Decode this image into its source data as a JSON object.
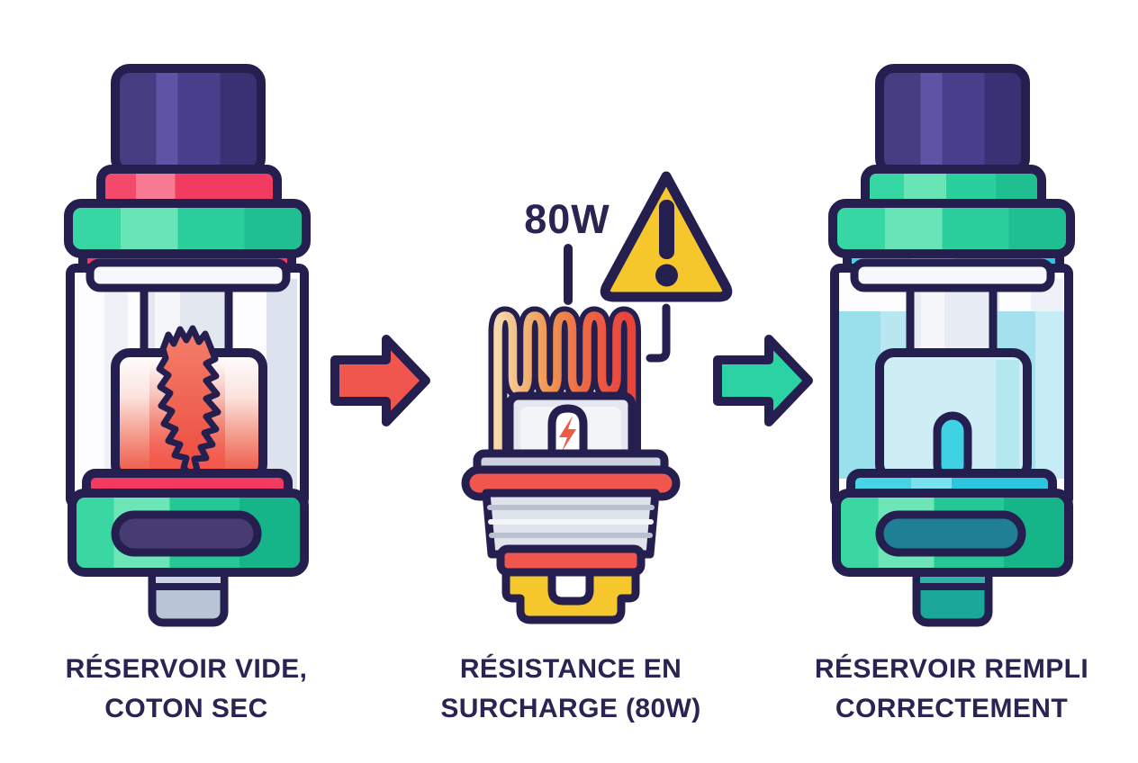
{
  "diagram": {
    "background": "#ffffff",
    "text_color": "#2a2452",
    "panels": [
      {
        "id": "reservoir-vide",
        "illustration": "vape-tank-empty-dry-cotton-icon",
        "caption_line1": "RÉSERVOIR VIDE,",
        "caption_line2": "COTON SEC"
      },
      {
        "id": "resistance-en-surcharge",
        "illustration": "overheating-coil-icon",
        "wattage_label": "80W",
        "warning_icon": "warning-triangle-icon",
        "bolt_icon": "lightning-bolt-icon",
        "caption_line1": "RÉSISTANCE EN",
        "caption_line2": "SURCHARGE (80W)"
      },
      {
        "id": "reservoir-rempli",
        "illustration": "vape-tank-filled-icon",
        "caption_line1": "RÉSERVOIR REMPLI",
        "caption_line2": "CORRECTEMENT"
      }
    ],
    "arrows": [
      {
        "id": "arrow-problem",
        "icon": "right-arrow-icon",
        "color": "#f0564e"
      },
      {
        "id": "arrow-solution",
        "icon": "right-arrow-icon",
        "color": "#2bd3a4"
      }
    ],
    "colors": {
      "outline": "#241f4e",
      "red": "#f23b60",
      "coral": "#f0564e",
      "green": "#2bd3a4",
      "cyan": "#2cc7de",
      "liquid": "#b9e7f1",
      "purple": "#4a3e8a",
      "yellow": "#f6c72c",
      "metal_gray": "#dfe3ec",
      "text": "#2a2452"
    }
  }
}
